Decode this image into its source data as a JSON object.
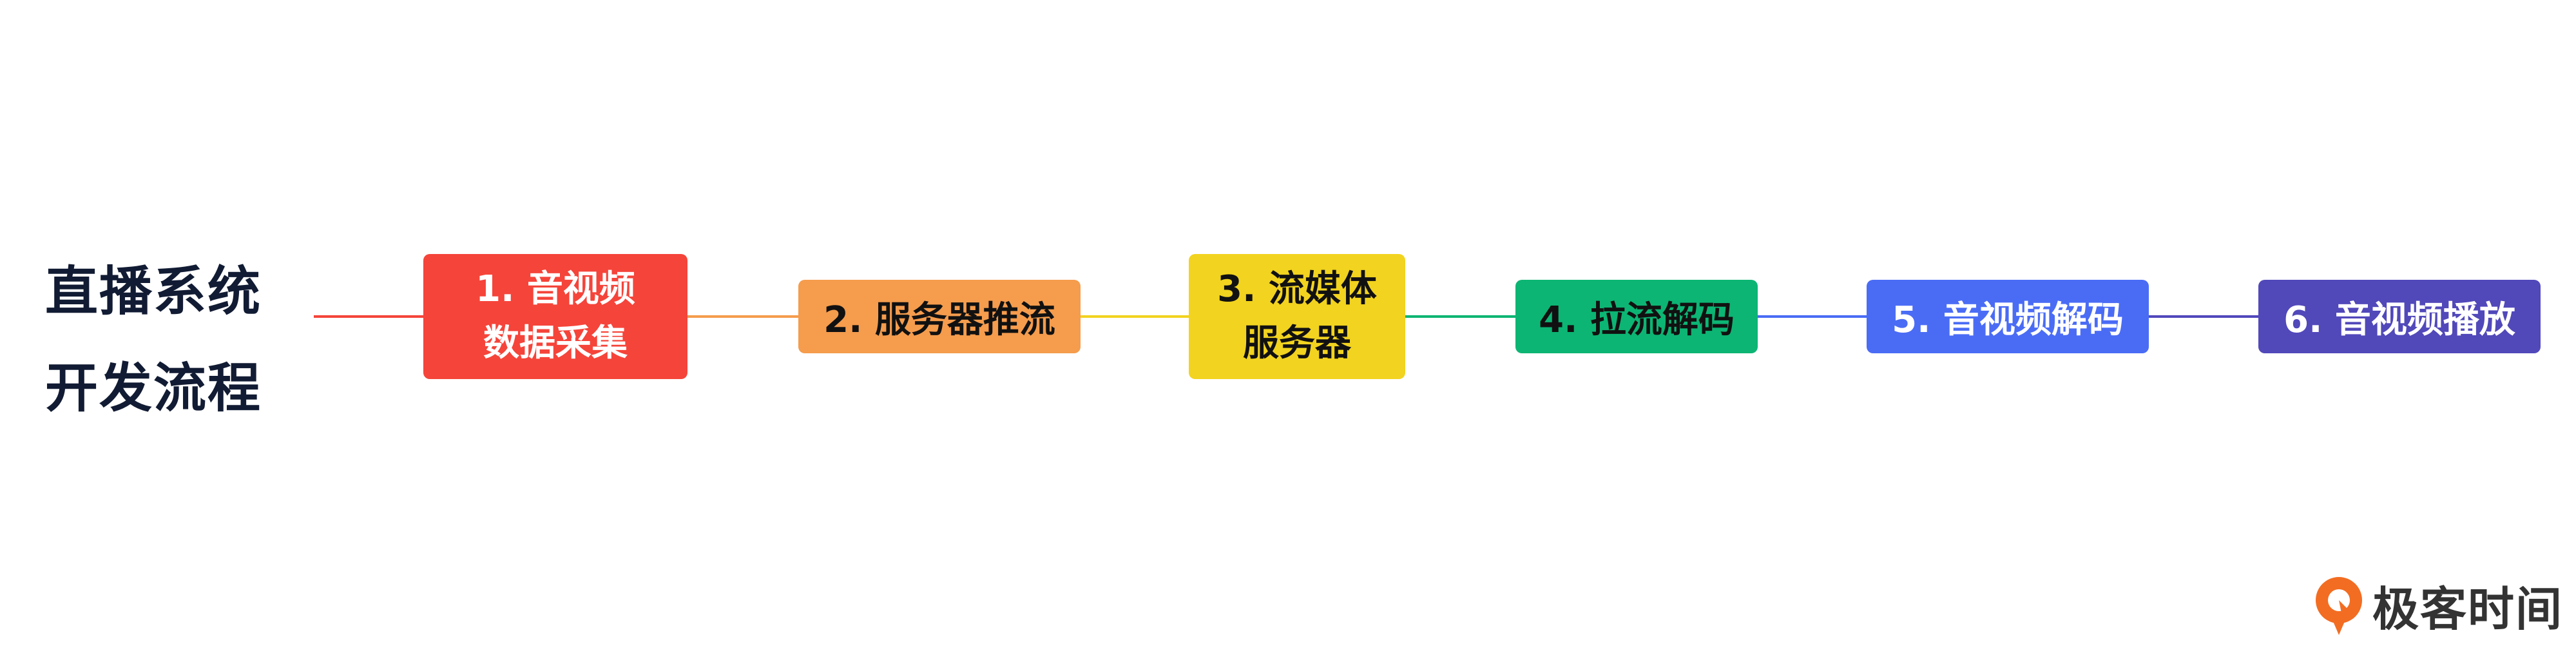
{
  "title": {
    "line1": "直播系统",
    "line2": "开发流程"
  },
  "nodes": [
    {
      "lines": [
        "1. 音视频",
        "数据采集"
      ],
      "color": "#f5443a",
      "text_color": "#ffffff"
    },
    {
      "lines": [
        "2. 服务器推流"
      ],
      "color": "#f59c4d",
      "text_color": "#111111"
    },
    {
      "lines": [
        "3. 流媒体",
        "服务器"
      ],
      "color": "#f2d31f",
      "text_color": "#111111"
    },
    {
      "lines": [
        "4. 拉流解码"
      ],
      "color": "#0cb573",
      "text_color": "#111111"
    },
    {
      "lines": [
        "5. 音视频解码"
      ],
      "color": "#4a6cf5",
      "text_color": "#ffffff"
    },
    {
      "lines": [
        "6. 音视频播放"
      ],
      "color": "#5148ba",
      "text_color": "#ffffff"
    }
  ],
  "logo": {
    "text": "极客时间",
    "icon": "geektime-logo-icon",
    "color": "#f26d22"
  }
}
